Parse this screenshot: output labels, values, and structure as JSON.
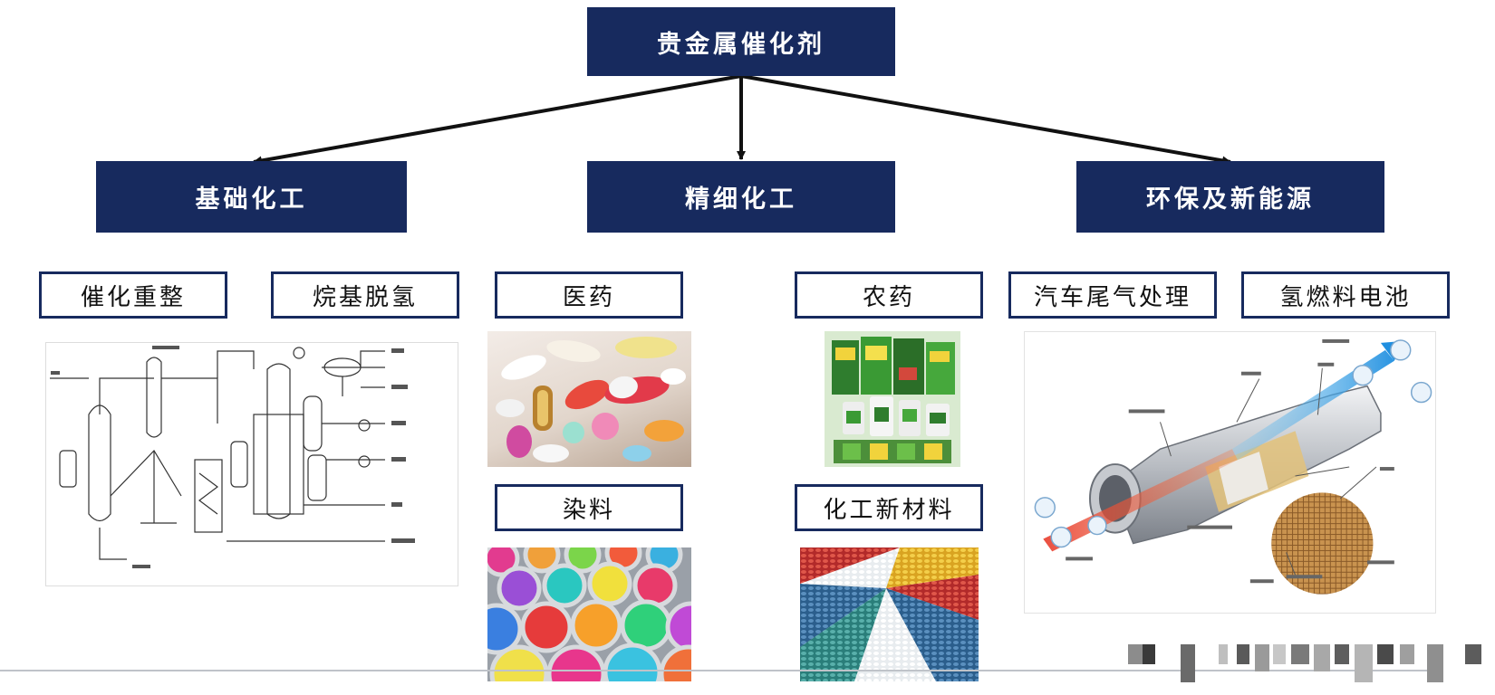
{
  "root": {
    "label": "贵金属催化剂"
  },
  "categories": [
    {
      "label": "基础化工"
    },
    {
      "label": "精细化工"
    },
    {
      "label": "环保及新能源"
    }
  ],
  "applications": {
    "basic": [
      {
        "label": "催化重整"
      },
      {
        "label": "烷基脱氢"
      }
    ],
    "fine": [
      {
        "label": "医药"
      },
      {
        "label": "农药"
      },
      {
        "label": "染料"
      },
      {
        "label": "化工新材料"
      }
    ],
    "green": [
      {
        "label": "汽车尾气处理"
      },
      {
        "label": "氢燃料电池"
      }
    ]
  },
  "colors": {
    "navy": "#172a5e",
    "arrow": "#111111"
  }
}
